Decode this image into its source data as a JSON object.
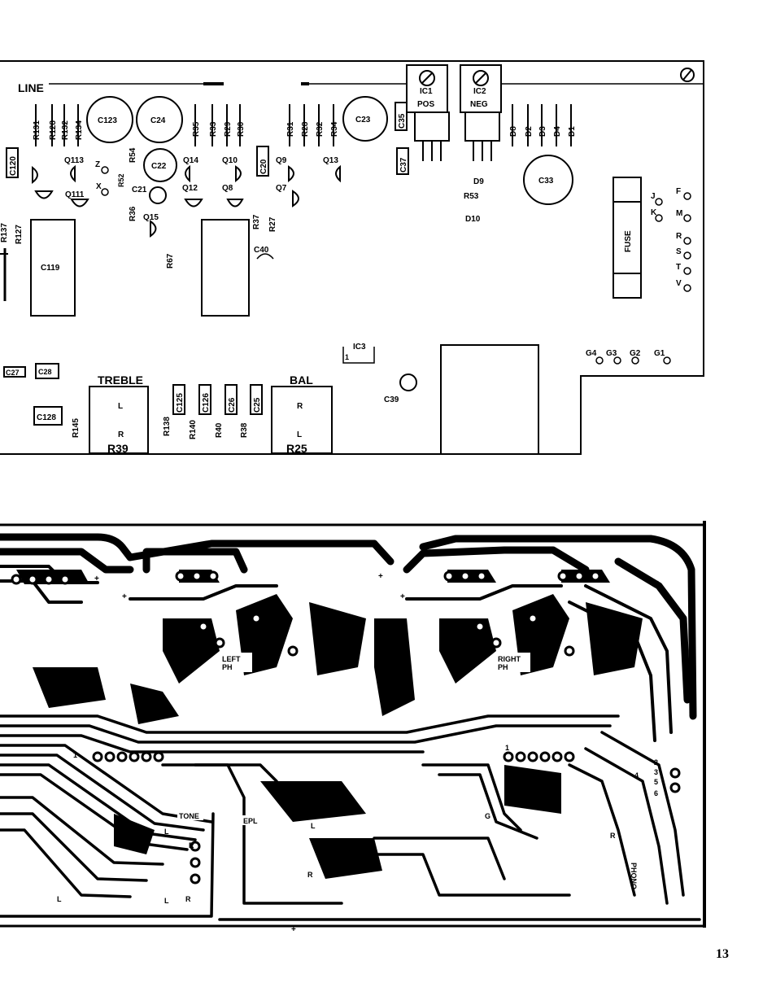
{
  "page_number": "13",
  "layout_board": {
    "title": "LINE",
    "ic1": {
      "name": "IC1",
      "type": "POS"
    },
    "ic2": {
      "name": "IC2",
      "type": "NEG"
    },
    "caps_round": [
      "C123",
      "C24",
      "C22",
      "C23",
      "C33"
    ],
    "caps_box": [
      "C35",
      "C37",
      "C20",
      "C120",
      "C125",
      "C126",
      "C26",
      "C25",
      "C128",
      "C27",
      "C28"
    ],
    "caps_misc": [
      "C21",
      "C40",
      "C39",
      "C119"
    ],
    "resistors_row_left": [
      "R131",
      "R128",
      "R132",
      "R134"
    ],
    "resistors_row_mid": [
      "R35",
      "R33",
      "R29",
      "R30"
    ],
    "resistors_row_right": [
      "R31",
      "R28",
      "R32",
      "R34"
    ],
    "resistors_misc": [
      "R52",
      "R54",
      "R36",
      "R67",
      "R37",
      "R27",
      "R137",
      "R127",
      "R145",
      "R138",
      "R140",
      "R40",
      "R38",
      "R53"
    ],
    "diodes": [
      "D8",
      "D2",
      "D3",
      "D4",
      "D1"
    ],
    "diodes_misc": [
      "D9",
      "D10"
    ],
    "transistors": [
      "Q113",
      "Q111",
      "Q14",
      "Q12",
      "Q15",
      "Q10",
      "Q8",
      "Q9",
      "Q7",
      "Q13"
    ],
    "test_points": [
      "Z",
      "X"
    ],
    "terminals_left": [
      "J",
      "K"
    ],
    "terminals_right": [
      "F",
      "M",
      "R",
      "S",
      "T",
      "V"
    ],
    "grounds": [
      "G4",
      "G3",
      "G2",
      "G1"
    ],
    "fuse": "FUSE",
    "ic3": {
      "name": "IC3",
      "pin": "1"
    },
    "treble": {
      "title": "TREBLE",
      "top": "L",
      "bottom": "R",
      "ref": "R39"
    },
    "bal": {
      "title": "BAL",
      "top": "R",
      "bottom": "L",
      "ref": "R25"
    }
  },
  "trace_board": {
    "left_ph": [
      "LEFT",
      "PH"
    ],
    "right_ph": [
      "RIGHT",
      "PH"
    ],
    "tone": "TONE",
    "epl": "EPL",
    "phono": "PHONO",
    "pin_one": "1",
    "channel_l": "L",
    "channel_r": "R",
    "ground": "G",
    "plus": "+",
    "pins_right": [
      "2",
      "3",
      "5",
      "6"
    ],
    "pin_four": "4"
  }
}
